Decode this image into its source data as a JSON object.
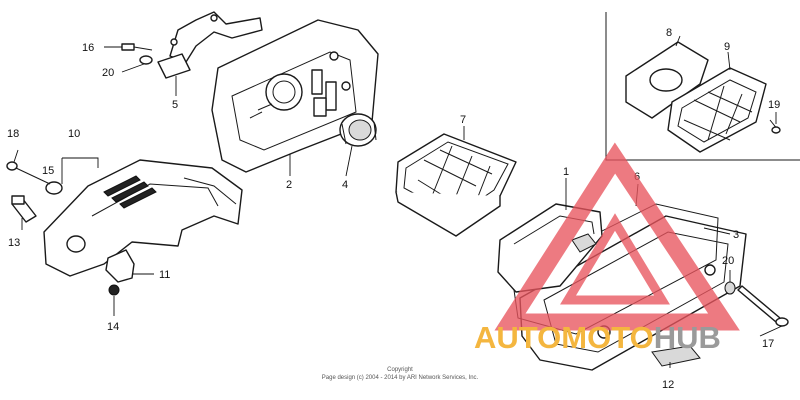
{
  "callouts": {
    "c1": "1",
    "c2": "2",
    "c3": "3",
    "c4": "4",
    "c5": "5",
    "c6": "6",
    "c7": "7",
    "c8": "8",
    "c9": "9",
    "c10": "10",
    "c11": "11",
    "c12": "12",
    "c13": "13",
    "c14": "14",
    "c15": "15",
    "c16": "16",
    "c17": "17",
    "c18": "18",
    "c19": "19",
    "c20a": "20",
    "c20b": "20"
  },
  "copyright": {
    "line1": "Copyright",
    "line2": "Page design (c) 2004 - 2014 by ARI Network Services, Inc."
  },
  "watermark": {
    "part1": "AUTOMOTO",
    "part2": "HUB",
    "color_triangle": "#e8555e",
    "color_text1": "#f4b63f",
    "color_text2": "#9a9a9a"
  }
}
